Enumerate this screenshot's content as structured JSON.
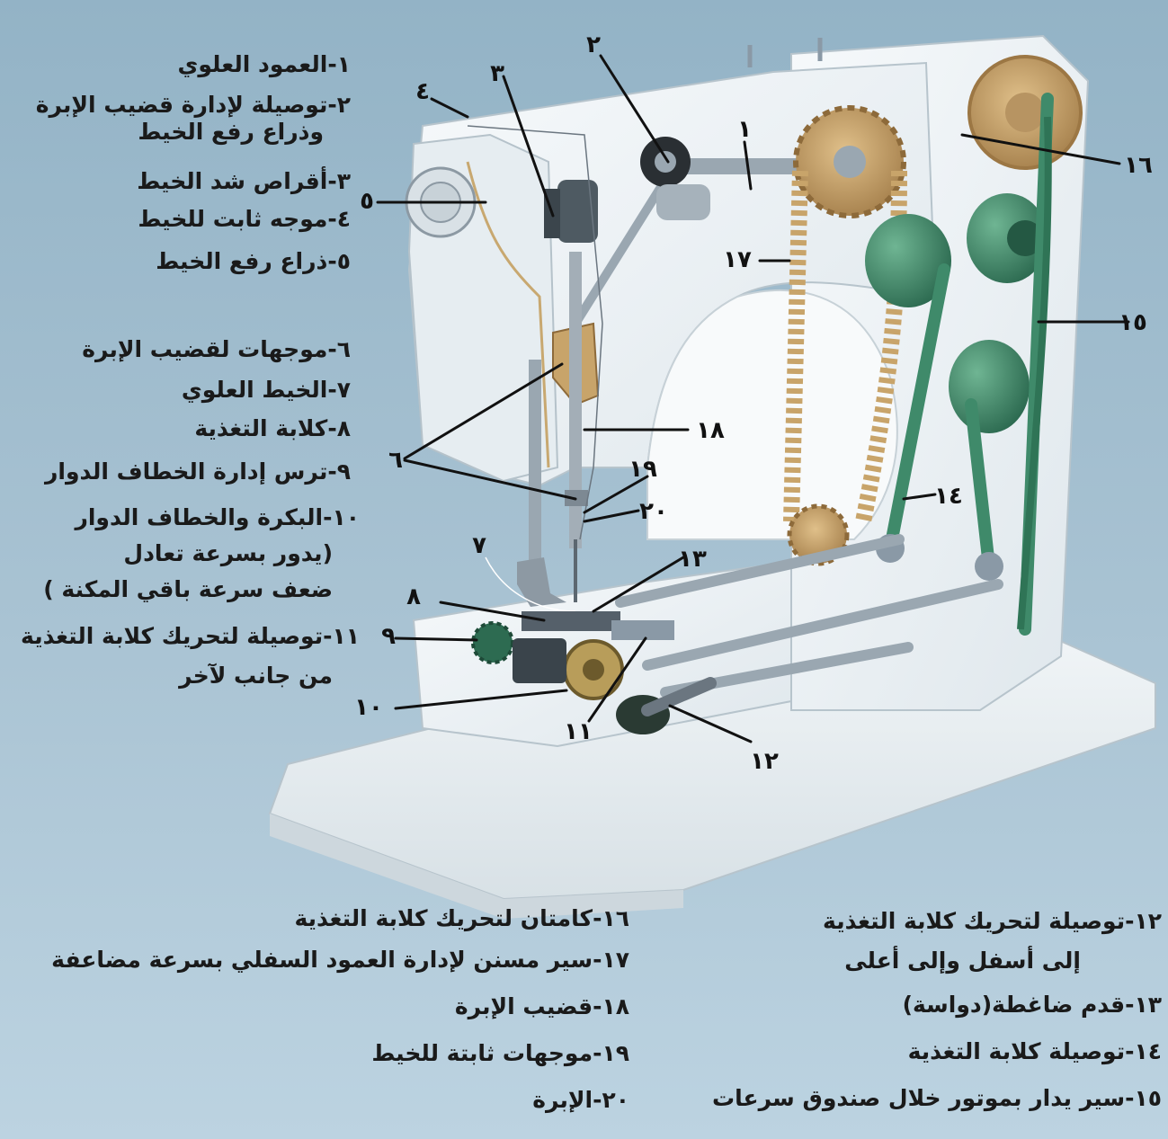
{
  "legend_left": [
    {
      "num": "١",
      "lines": [
        "-العمود العلوي"
      ]
    },
    {
      "num": "٢",
      "lines": [
        "-توصيلة لإدارة قضيب الإبرة",
        "وذراع رفع الخيط"
      ]
    },
    {
      "num": "٣",
      "lines": [
        "-أقراص شد الخيط"
      ]
    },
    {
      "num": "٤",
      "lines": [
        "-موجه ثابت للخيط"
      ]
    },
    {
      "num": "٥",
      "lines": [
        "-ذراع رفع الخيط"
      ]
    },
    {
      "num": "٦",
      "lines": [
        "-موجهات لقضيب الإبرة"
      ]
    },
    {
      "num": "٧",
      "lines": [
        "-الخيط العلوي"
      ]
    },
    {
      "num": "٨",
      "lines": [
        "-كلابة التغذية"
      ]
    },
    {
      "num": "٩",
      "lines": [
        "-ترس إدارة الخطاف الدوار"
      ]
    },
    {
      "num": "١٠",
      "lines": [
        "-البكرة والخطاف الدوار",
        "(يدور بسرعة تعادل",
        "ضعف سرعة باقي المكنة )"
      ]
    },
    {
      "num": "١١",
      "lines": [
        "-توصيلة لتحريك كلابة التغذية",
        "من جانب لآخر"
      ]
    }
  ],
  "legend_bottom_right": [
    {
      "num": "١٢",
      "lines": [
        "-توصيلة لتحريك كلابة التغذية",
        "إلى أسفل وإلى أعلى"
      ]
    },
    {
      "num": "١٣",
      "lines": [
        "-قدم ضاغطة(دواسة)"
      ]
    },
    {
      "num": "١٤",
      "lines": [
        "-توصيلة كلابة التغذية"
      ]
    },
    {
      "num": "١٥",
      "lines": [
        "-سير يدار بموتور خلال صندوق سرعات"
      ]
    }
  ],
  "legend_bottom_left": [
    {
      "num": "١٦",
      "lines": [
        "-كامتان لتحريك كلابة التغذية"
      ]
    },
    {
      "num": "١٧",
      "lines": [
        "-سير مسنن لإدارة العمود السفلي بسرعة مضاعفة"
      ]
    },
    {
      "num": "١٨",
      "lines": [
        "-قضيب الإبرة"
      ]
    },
    {
      "num": "١٩",
      "lines": [
        "-موجهات ثابتة للخيط"
      ]
    },
    {
      "num": "٢٠",
      "lines": [
        "-الإبرة"
      ]
    }
  ],
  "callouts": [
    "١",
    "٢",
    "٣",
    "٤",
    "٥",
    "٦",
    "٧",
    "٨",
    "٩",
    "١٠",
    "١١",
    "١٢",
    "١٣",
    "١٤",
    "١٥",
    "١٦",
    "١٧",
    "١٨",
    "١٩",
    "٢٠"
  ],
  "colors": {
    "background": "#a3bfd0",
    "machine_body": "#eef3f6",
    "gear": "#c9a56a",
    "green_parts": "#3f8a6a",
    "gray_parts": "#8a99a6"
  }
}
